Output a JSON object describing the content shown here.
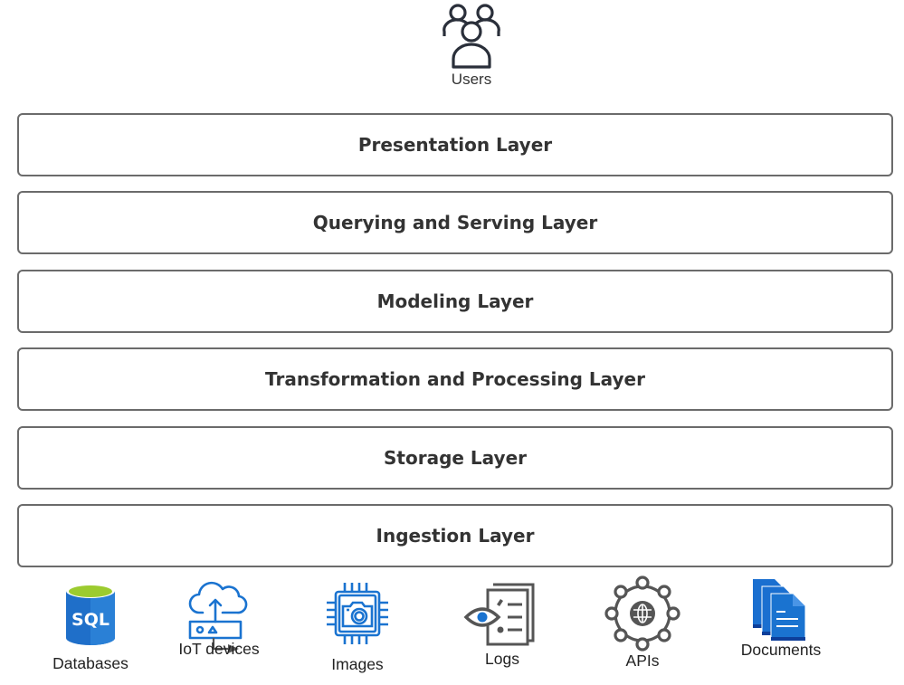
{
  "top": {
    "label": "Users",
    "icon": "users-icon"
  },
  "layers": [
    {
      "label": "Presentation Layer"
    },
    {
      "label": "Querying and Serving Layer"
    },
    {
      "label": "Modeling Layer"
    },
    {
      "label": "Transformation and Processing Layer"
    },
    {
      "label": "Storage Layer"
    },
    {
      "label": "Ingestion Layer"
    }
  ],
  "sources": [
    {
      "label": "Databases",
      "icon": "sql-database-icon"
    },
    {
      "label": "IoT devices",
      "icon": "iot-cloud-upload-icon"
    },
    {
      "label": "Images",
      "icon": "camera-chip-icon"
    },
    {
      "label": "Logs",
      "icon": "log-review-icon"
    },
    {
      "label": "APIs",
      "icon": "api-network-globe-icon"
    },
    {
      "label": "Documents",
      "icon": "documents-stack-icon"
    }
  ],
  "colors": {
    "box_border": "#6b6b6b",
    "text": "#333333",
    "azure_blue": "#1a73d0",
    "icon_gray": "#555555",
    "sql_top": "#9ccb2f"
  }
}
